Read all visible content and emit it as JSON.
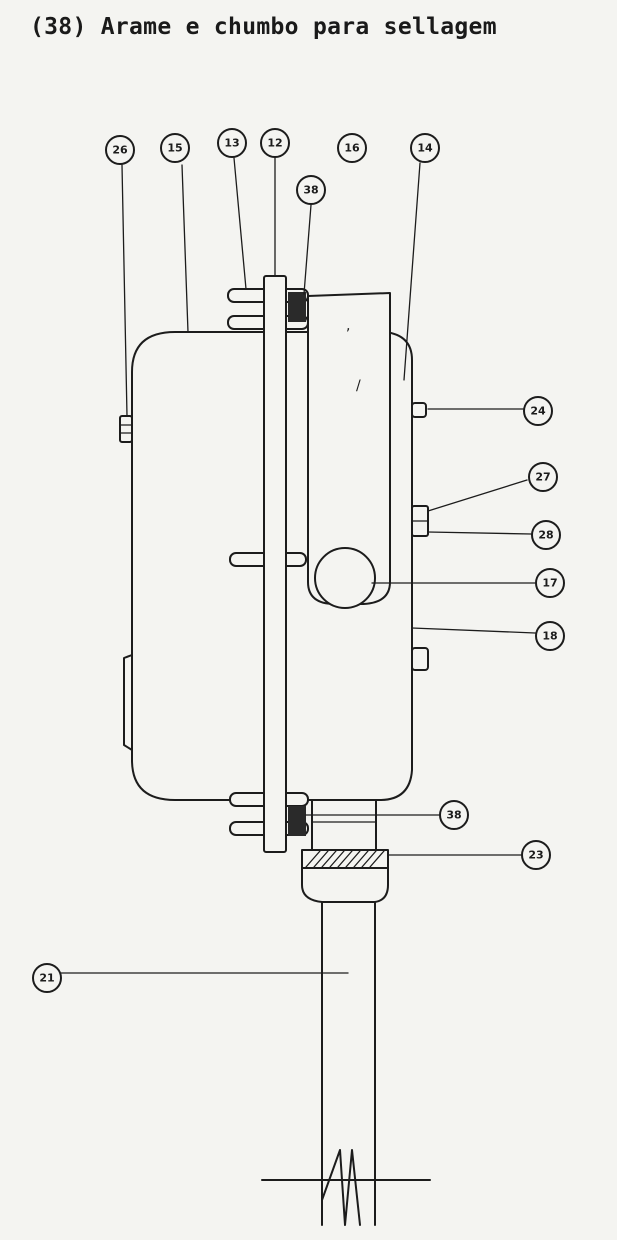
{
  "caption": "(38) Arame e chumbo para sellagem",
  "callouts": {
    "c26a": "26",
    "c15": "15",
    "c13": "13",
    "c12": "12",
    "c38a": "38",
    "c16": "16",
    "c14": "14",
    "c24": "24",
    "c27": "27",
    "c28": "28",
    "c17": "17",
    "c18": "18",
    "c38b": "38",
    "c23": "23",
    "c21": "21"
  },
  "colors": {
    "ink": "#1c1c1c",
    "paper": "#f4f4f1"
  }
}
